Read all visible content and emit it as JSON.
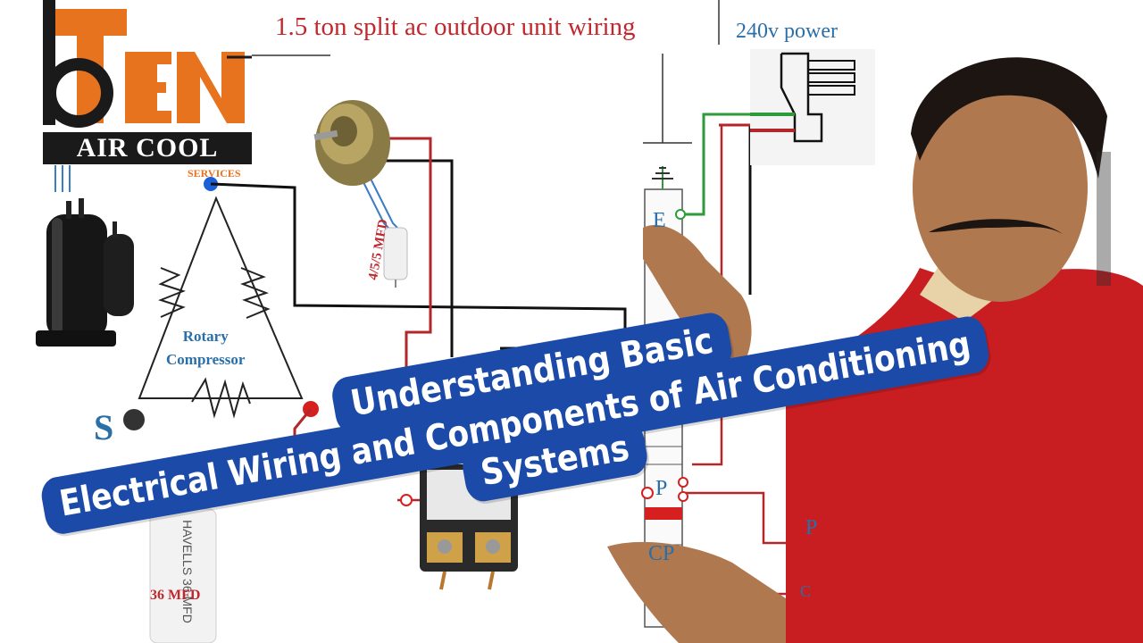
{
  "diagram": {
    "title": "1.5 ton split ac outdoor unit wiring",
    "power_label": "240v power",
    "compressor_line1": "Rotary",
    "compressor_line2": "Compressor",
    "start_terminal": "S",
    "compressor_capacitor_mfd": "36 MFD",
    "fan_capacitor_mfd": "4/5/5 MFD",
    "terminal_e": "E",
    "terminal_p": "P",
    "terminal_p2": "P",
    "terminal_cp": "CP",
    "terminal_c": "C"
  },
  "logo": {
    "main": "TEN",
    "air_cool": "AIR COOL",
    "services": "SERVICES"
  },
  "banner": {
    "line1": "Understanding Basic",
    "line2": "Electrical Wiring and Components of Air Conditioning",
    "line3": "Systems"
  },
  "colors": {
    "banner_blue": "#1b4aa8",
    "logo_orange": "#e8731e",
    "diagram_red": "#c0282d",
    "diagram_blue": "#2a6fa8",
    "shirt_red": "#c81e22",
    "wire_green": "#2f9a3a"
  }
}
